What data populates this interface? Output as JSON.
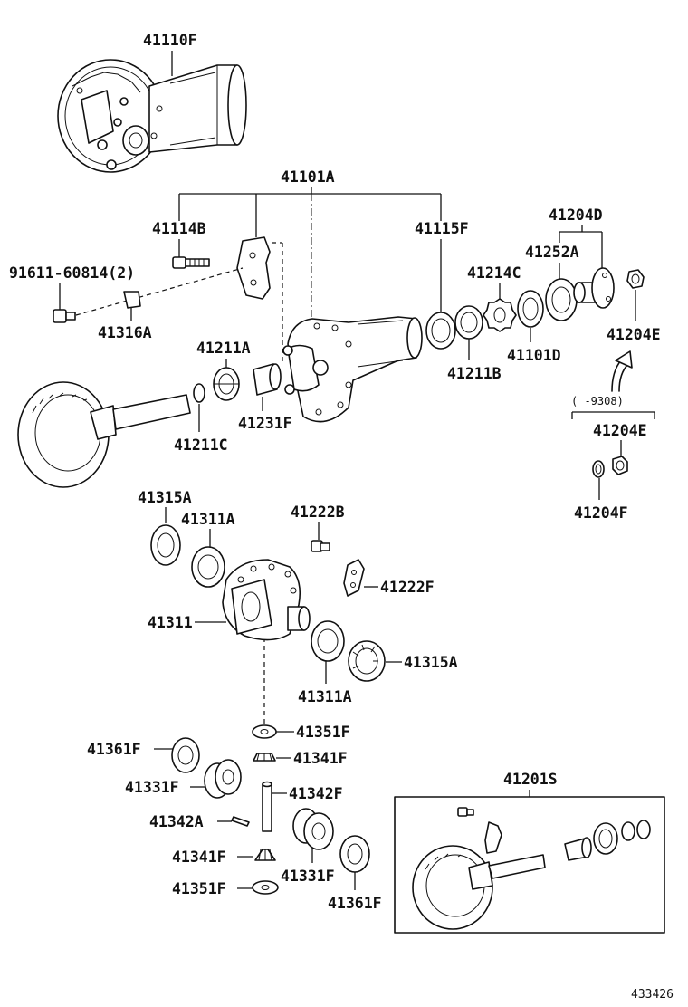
{
  "labels": {
    "l41110F": "41110F",
    "l41101A": "41101A",
    "l41114B": "41114B",
    "l41115F": "41115F",
    "l41204D": "41204D",
    "l41252A": "41252A",
    "l41214C": "41214C",
    "l91611": "91611-60814(2)",
    "l41316A": "41316A",
    "l41204E_top": "41204E",
    "l41211A": "41211A",
    "l41211B": "41211B",
    "l41101D": "41101D",
    "l41231F": "41231F",
    "l41211C": "41211C",
    "l9308": "(    -9308)",
    "l41204E_bot": "41204E",
    "l41204F": "41204F",
    "l41315A_top": "41315A",
    "l41311A_top": "41311A",
    "l41222B": "41222B",
    "l41222F": "41222F",
    "l41311": "41311",
    "l41315A_bot": "41315A",
    "l41311A_bot": "41311A",
    "l41351F_top": "41351F",
    "l41361F_left": "41361F",
    "l41341F_top": "41341F",
    "l41331F_left": "41331F",
    "l41342F": "41342F",
    "l41201S": "41201S",
    "l41342A": "41342A",
    "l41341F_bot": "41341F",
    "l41331F_bot": "41331F",
    "l41351F_bot": "41351F",
    "l41361F_right": "41361F",
    "l433426": "433426"
  }
}
